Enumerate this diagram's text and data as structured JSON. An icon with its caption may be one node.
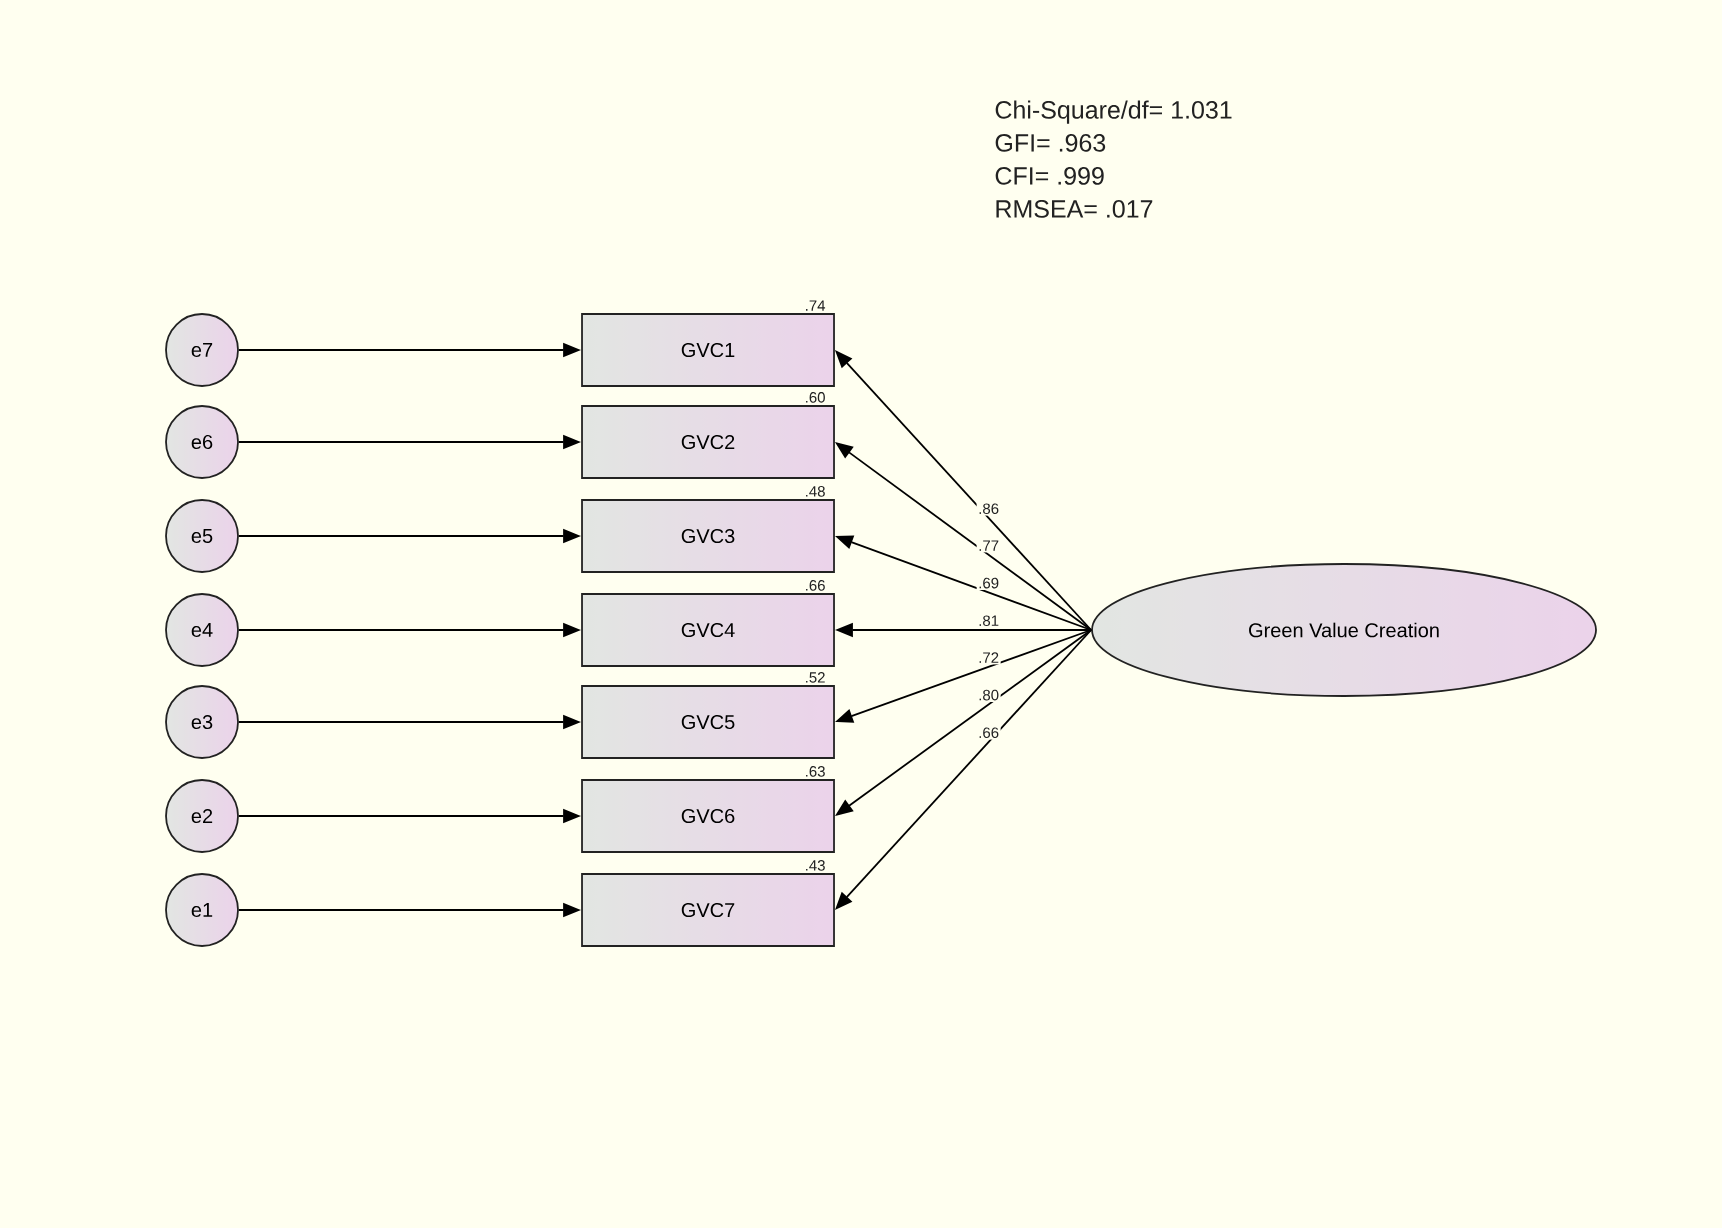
{
  "diagram": {
    "nodes": [
      {
        "text": [
          "e7"
        ]
      },
      {
        "text": [
          "GVC1"
        ],
        "beside": [
          ".74"
        ]
      },
      {
        "text": [
          "e6"
        ]
      },
      {
        "text": [
          "GVC2"
        ],
        "beside": [
          ".60"
        ]
      },
      {
        "text": [
          "e5"
        ]
      },
      {
        "text": [
          "GVC3"
        ],
        "beside": [
          ".48"
        ]
      },
      {
        "text": [
          "e4"
        ]
      },
      {
        "text": [
          "GVC4"
        ],
        "beside": [
          ".66"
        ]
      },
      {
        "text": [
          "e3"
        ]
      },
      {
        "text": [
          "GVC5"
        ],
        "beside": [
          ".52"
        ]
      },
      {
        "text": [
          "e2"
        ]
      },
      {
        "text": [
          "GVC6"
        ],
        "beside": [
          ".63"
        ]
      },
      {
        "text": [
          "e1"
        ]
      },
      {
        "text": [
          "GVC7"
        ],
        "beside": [
          ".43"
        ]
      },
      {
        "text": [
          "Green Value Creation"
        ]
      }
    ],
    "edges": [
      {
        "from": 0,
        "to": 1,
        "arrow": "to"
      },
      {
        "from": 2,
        "to": 3,
        "arrow": "to"
      },
      {
        "from": 4,
        "to": 5,
        "arrow": "to"
      },
      {
        "from": 6,
        "to": 7,
        "arrow": "to"
      },
      {
        "from": 8,
        "to": 9,
        "arrow": "to"
      },
      {
        "from": 10,
        "to": 11,
        "arrow": "to"
      },
      {
        "from": 12,
        "to": 13,
        "arrow": "to"
      },
      {
        "from": 14,
        "to": 1,
        "arrow": "to",
        "label": ".86"
      },
      {
        "from": 14,
        "to": 3,
        "arrow": "to",
        "label": ".77"
      },
      {
        "from": 14,
        "to": 5,
        "arrow": "to",
        "label": ".69"
      },
      {
        "from": 14,
        "to": 7,
        "arrow": "to",
        "label": ".81"
      },
      {
        "from": 14,
        "to": 9,
        "arrow": "to",
        "label": ".72"
      },
      {
        "from": 14,
        "to": 11,
        "arrow": "to",
        "label": ".80"
      },
      {
        "from": 14,
        "to": 13,
        "arrow": "to",
        "label": ".66"
      }
    ],
    "labels": [
      "Chi-Square/df= 1.031",
      "GFI= .963",
      "CFI= .999",
      "RMSEA= .017"
    ]
  }
}
